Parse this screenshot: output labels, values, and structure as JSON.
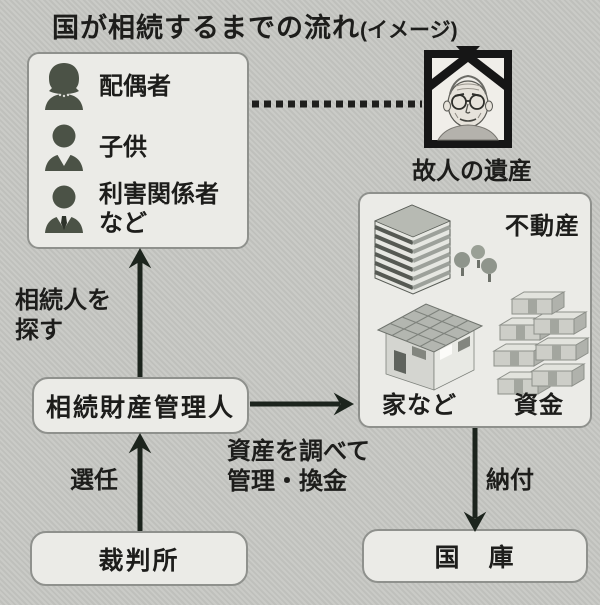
{
  "title": {
    "main": "国が相続するまでの流れ",
    "suffix": "(イメージ)"
  },
  "heirs_box": {
    "items": [
      {
        "icon": "woman-icon",
        "label": "配偶者"
      },
      {
        "icon": "child-icon",
        "label": "子供"
      },
      {
        "icon": "man-icon",
        "label": "利害関係者など"
      }
    ]
  },
  "deceased": {
    "caption": "故人の遺産"
  },
  "assets_box": {
    "real_estate": "不動産",
    "house": "家など",
    "funds": "資金"
  },
  "flow": {
    "search_heirs_line1": "相続人を",
    "search_heirs_line2": "探す",
    "administrator": "相続財産管理人",
    "appointment": "選任",
    "court": "裁判所",
    "investigate_line1": "資産を調べて",
    "investigate_line2": "管理・換金",
    "payment": "納付",
    "treasury": "国　庫"
  },
  "colors": {
    "background": "#c7c8c4",
    "box_fill": "#ebebe7",
    "box_border": "#8f918d",
    "text": "#1d1d1b",
    "arrow": "#1c241d",
    "icon": "#4b5246",
    "frame_black": "#161616"
  }
}
